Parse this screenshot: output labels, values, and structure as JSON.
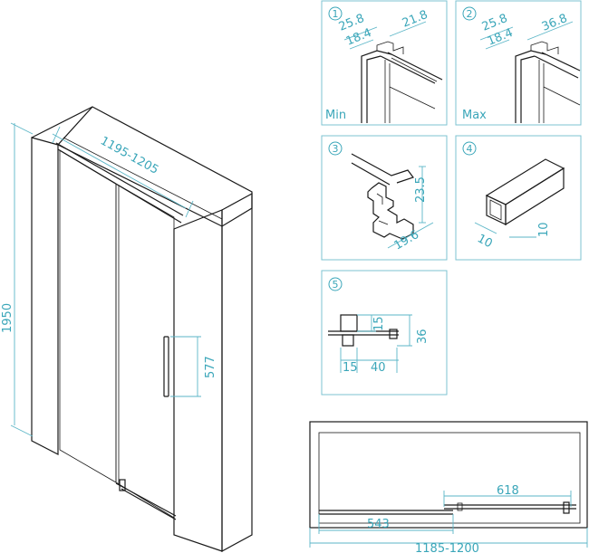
{
  "main": {
    "width_range": "1195-1205",
    "height": "1950",
    "handle_length": "577"
  },
  "panels": [
    {
      "number": "1",
      "corner_label": "Min",
      "dims": [
        "25.8",
        "18.4",
        "21.8"
      ]
    },
    {
      "number": "2",
      "corner_label": "Max",
      "dims": [
        "25.8",
        "18.4",
        "36.8"
      ]
    },
    {
      "number": "3",
      "dims": [
        "23.5",
        "19.6"
      ]
    },
    {
      "number": "4",
      "dims": [
        "10",
        "10"
      ]
    },
    {
      "number": "5",
      "dims": [
        "15",
        "36",
        "15",
        "40"
      ]
    }
  ],
  "plan": {
    "fixed_width": "618",
    "door_width": "543",
    "total_range": "1185-1200"
  }
}
